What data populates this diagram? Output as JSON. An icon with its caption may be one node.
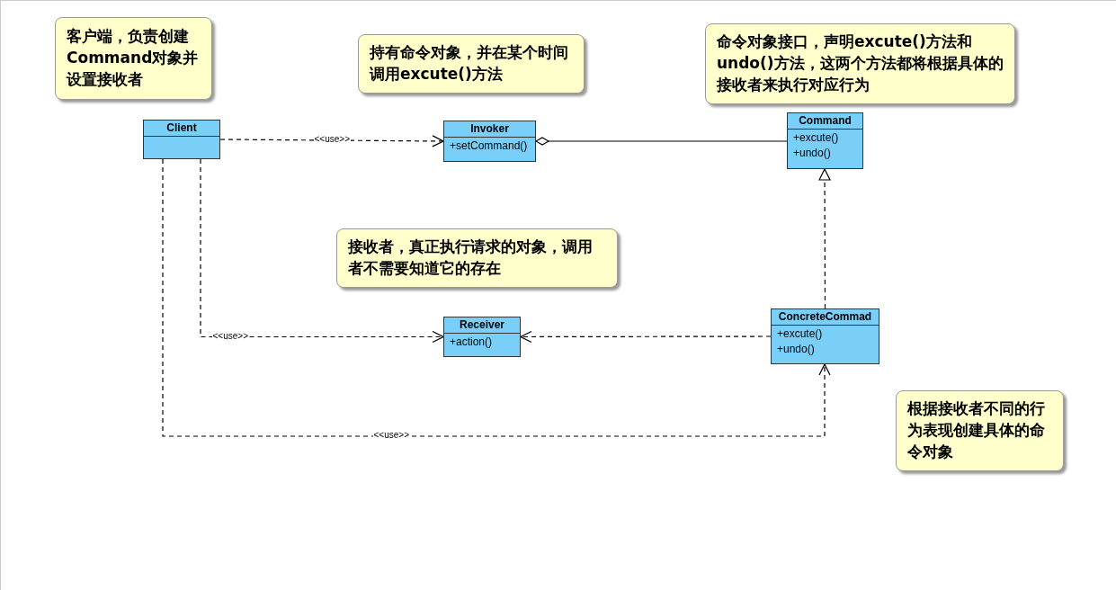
{
  "diagram": {
    "nodes": [
      {
        "text": [
          "客户端，负责创建Command对象并设置接收者"
        ]
      },
      {
        "text": [
          "持有命令对象，并在某个时间调用excute()方法"
        ]
      },
      {
        "text": [
          "命令对象接口，声明excute()方法和undo()方法，这两个方法都将根据具体的接收者来执行对应行为"
        ]
      },
      {
        "text": [
          "Client"
        ]
      },
      {
        "text": [
          "Invoker",
          "+setCommand()"
        ]
      },
      {
        "text": [
          "Command",
          "+excute()",
          "+undo()"
        ]
      },
      {
        "text": [
          "接收者，真正执行请求的对象，调用者不需要知道它的存在"
        ]
      },
      {
        "text": [
          "Receiver",
          "+action()"
        ]
      },
      {
        "text": [
          "ConcreteCommad",
          "+excute()",
          "+undo()"
        ]
      },
      {
        "text": [
          "根据接收者不同的行为表现创建具体的命令对象"
        ]
      }
    ],
    "edges": [
      {
        "from": 3,
        "to": 4,
        "arrow": "to",
        "label": "<<use>>",
        "style": "dashed"
      },
      {
        "from": 4,
        "to": 5,
        "arrow": "other"
      },
      {
        "from": 8,
        "to": 5,
        "arrow": "to",
        "style": "dashed"
      },
      {
        "from": 3,
        "to": 7,
        "arrow": "to",
        "label": "<<use>>",
        "style": "dashed"
      },
      {
        "from": 8,
        "to": 7,
        "arrow": "to",
        "style": "dashed"
      },
      {
        "from": 3,
        "to": 8,
        "arrow": "to",
        "label": "<<use>>",
        "style": "dashed"
      }
    ]
  }
}
